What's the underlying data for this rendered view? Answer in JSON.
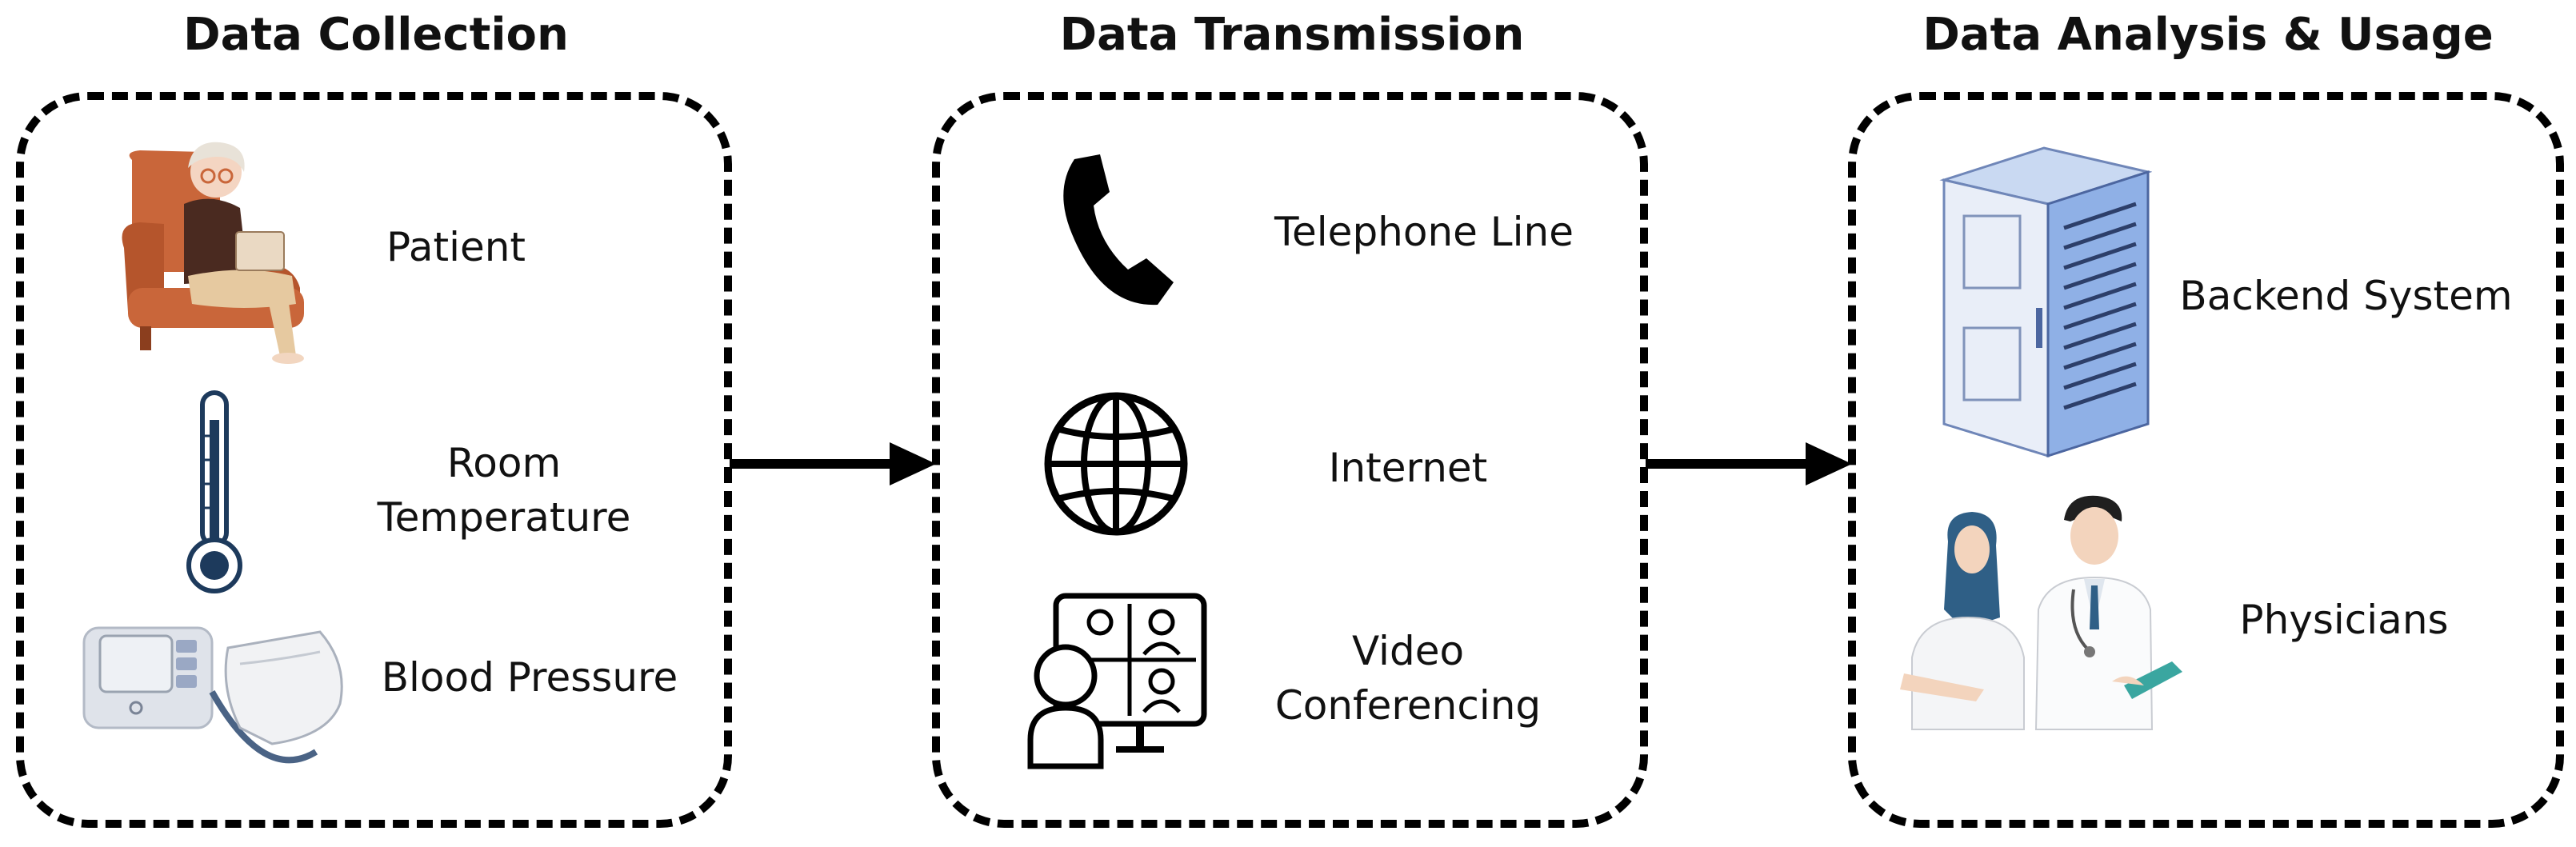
{
  "stages": [
    {
      "title": "Data Collection",
      "items": [
        "Patient",
        "Room Temperature",
        "Blood Pressure"
      ]
    },
    {
      "title": "Data Transmission",
      "items": [
        "Telephone Line",
        "Internet",
        "Video Conferencing"
      ]
    },
    {
      "title": "Data Analysis & Usage",
      "items": [
        "Backend System",
        "Physicians"
      ]
    }
  ],
  "icons": {
    "patient": "elderly-patient-illustration",
    "room_temperature": "thermometer-icon",
    "blood_pressure": "blood-pressure-monitor-illustration",
    "telephone": "telephone-icon",
    "internet": "globe-icon",
    "video": "video-conferencing-icon",
    "backend": "server-rack-illustration",
    "physicians": "physicians-illustration"
  }
}
